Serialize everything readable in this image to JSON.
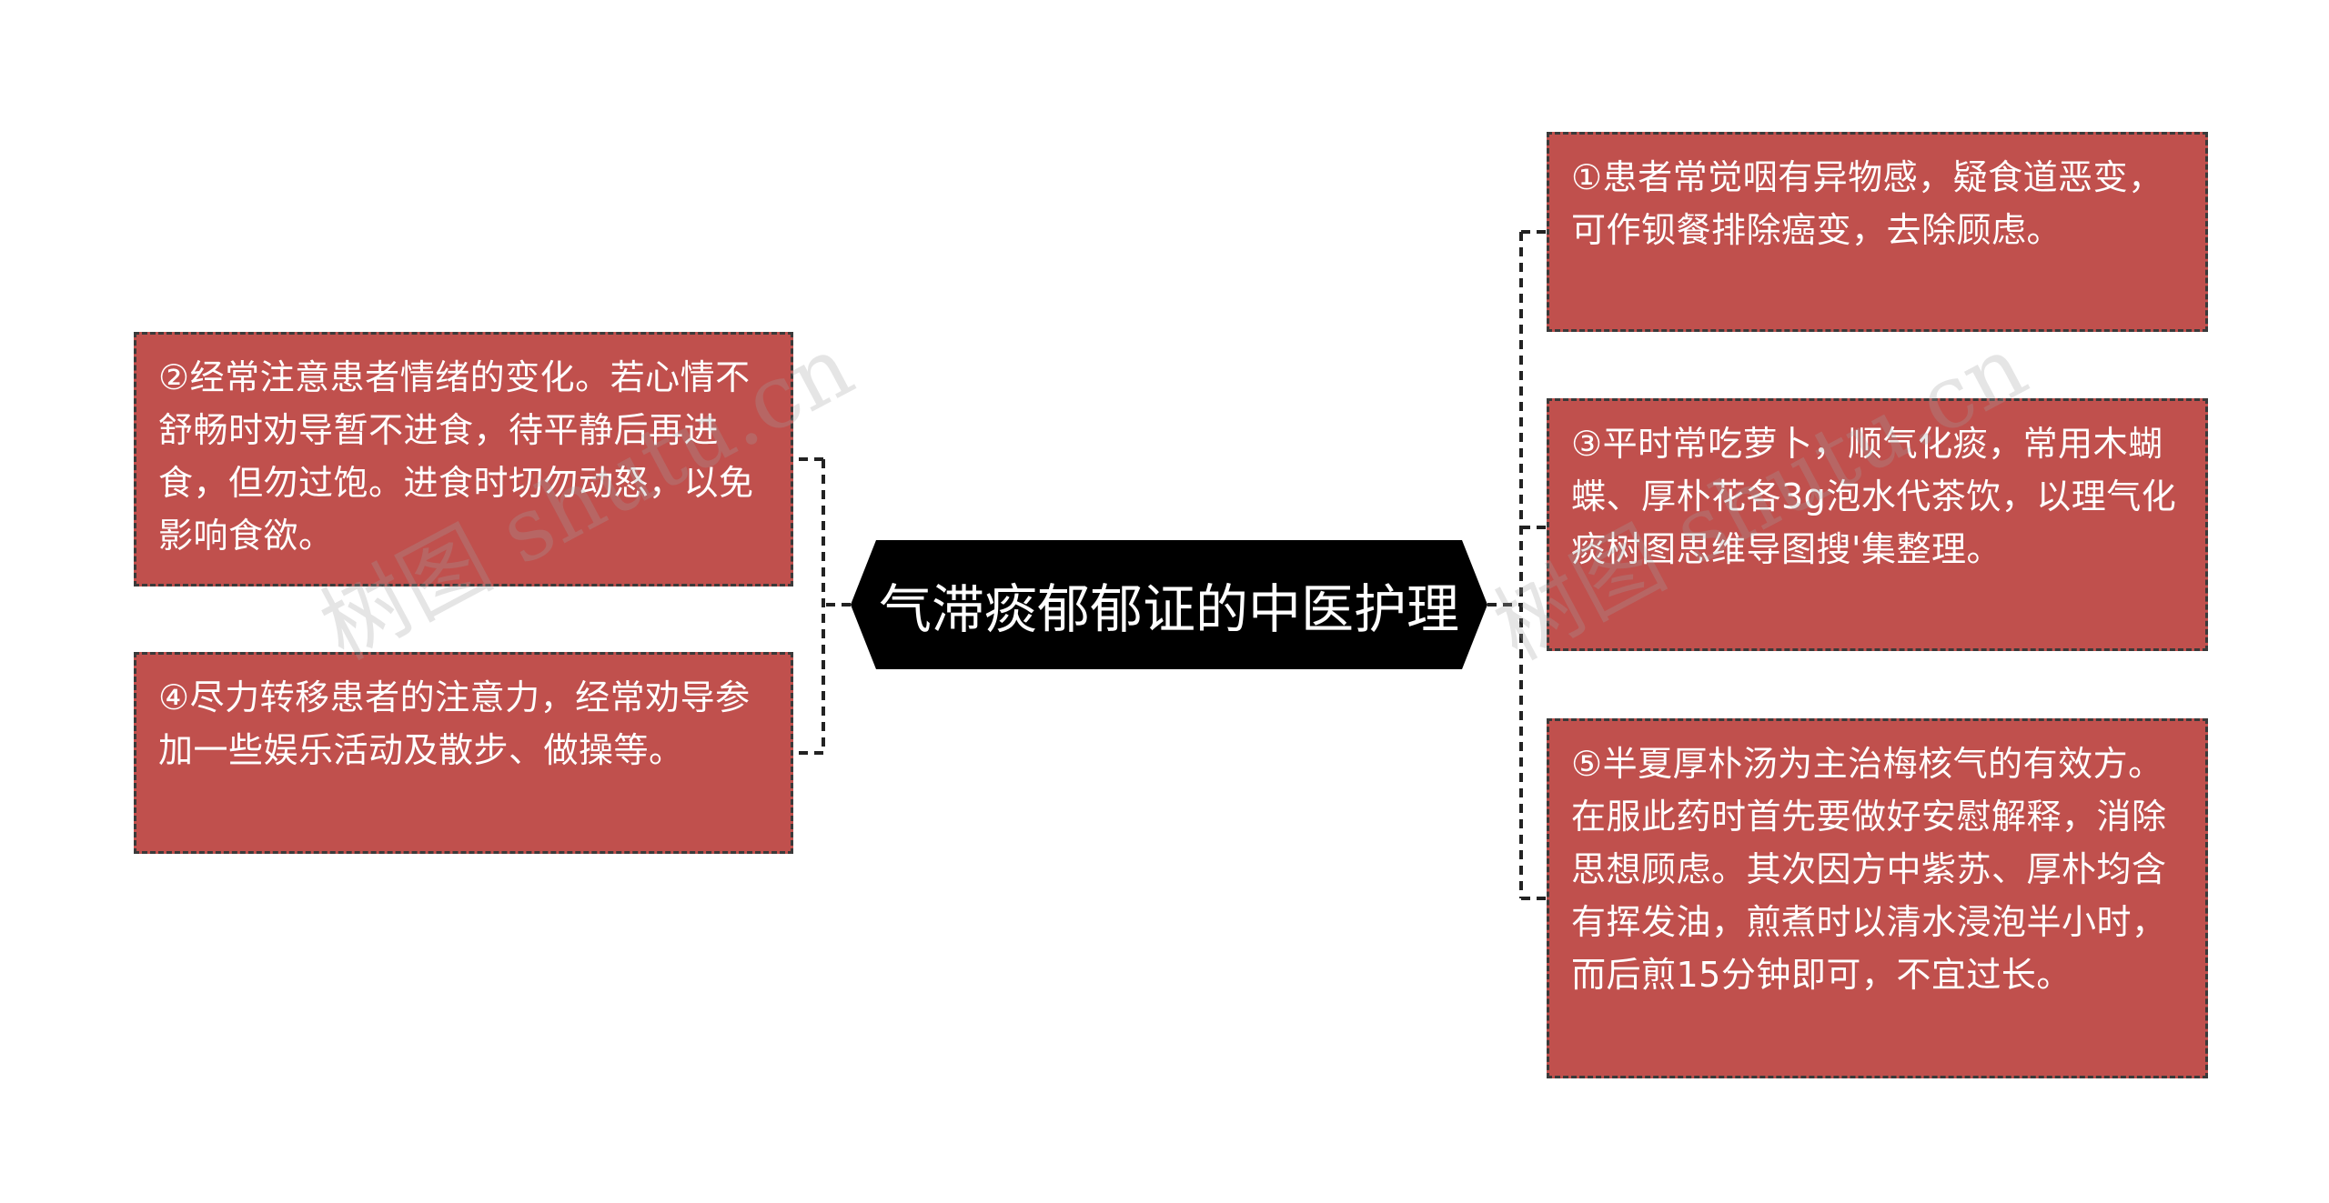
{
  "diagram": {
    "center": "气滞痰郁郁证的中医护理",
    "left": [
      "②经常注意患者情绪的变化。若心情不舒畅时劝导暂不进食，待平静后再进食，但勿过饱。进食时切勿动怒，以免影响食欲。",
      "④尽力转移患者的注意力，经常劝导参加一些娱乐活动及散步、做操等。"
    ],
    "right": [
      "①患者常觉咽有异物感，疑食道恶变，可作钡餐排除癌变，去除顾虑。",
      "③平时常吃萝卜，顺气化痰，常用木蝴蝶、厚朴花各3g泡水代茶饮，以理气化痰树图思维导图搜'集整理。",
      "⑤半夏厚朴汤为主治梅核气的有效方。在服此药时首先要做好安慰解释，消除思想顾虑。其次因方中紫苏、厚朴均含有挥发油，煎煮时以清水浸泡半小时，而后煎15分钟即可，不宜过长。"
    ]
  },
  "colors": {
    "node_fill": "#c0504d",
    "node_border": "#3a3a3a",
    "center_fill": "#000000",
    "text": "#ffffff"
  }
}
